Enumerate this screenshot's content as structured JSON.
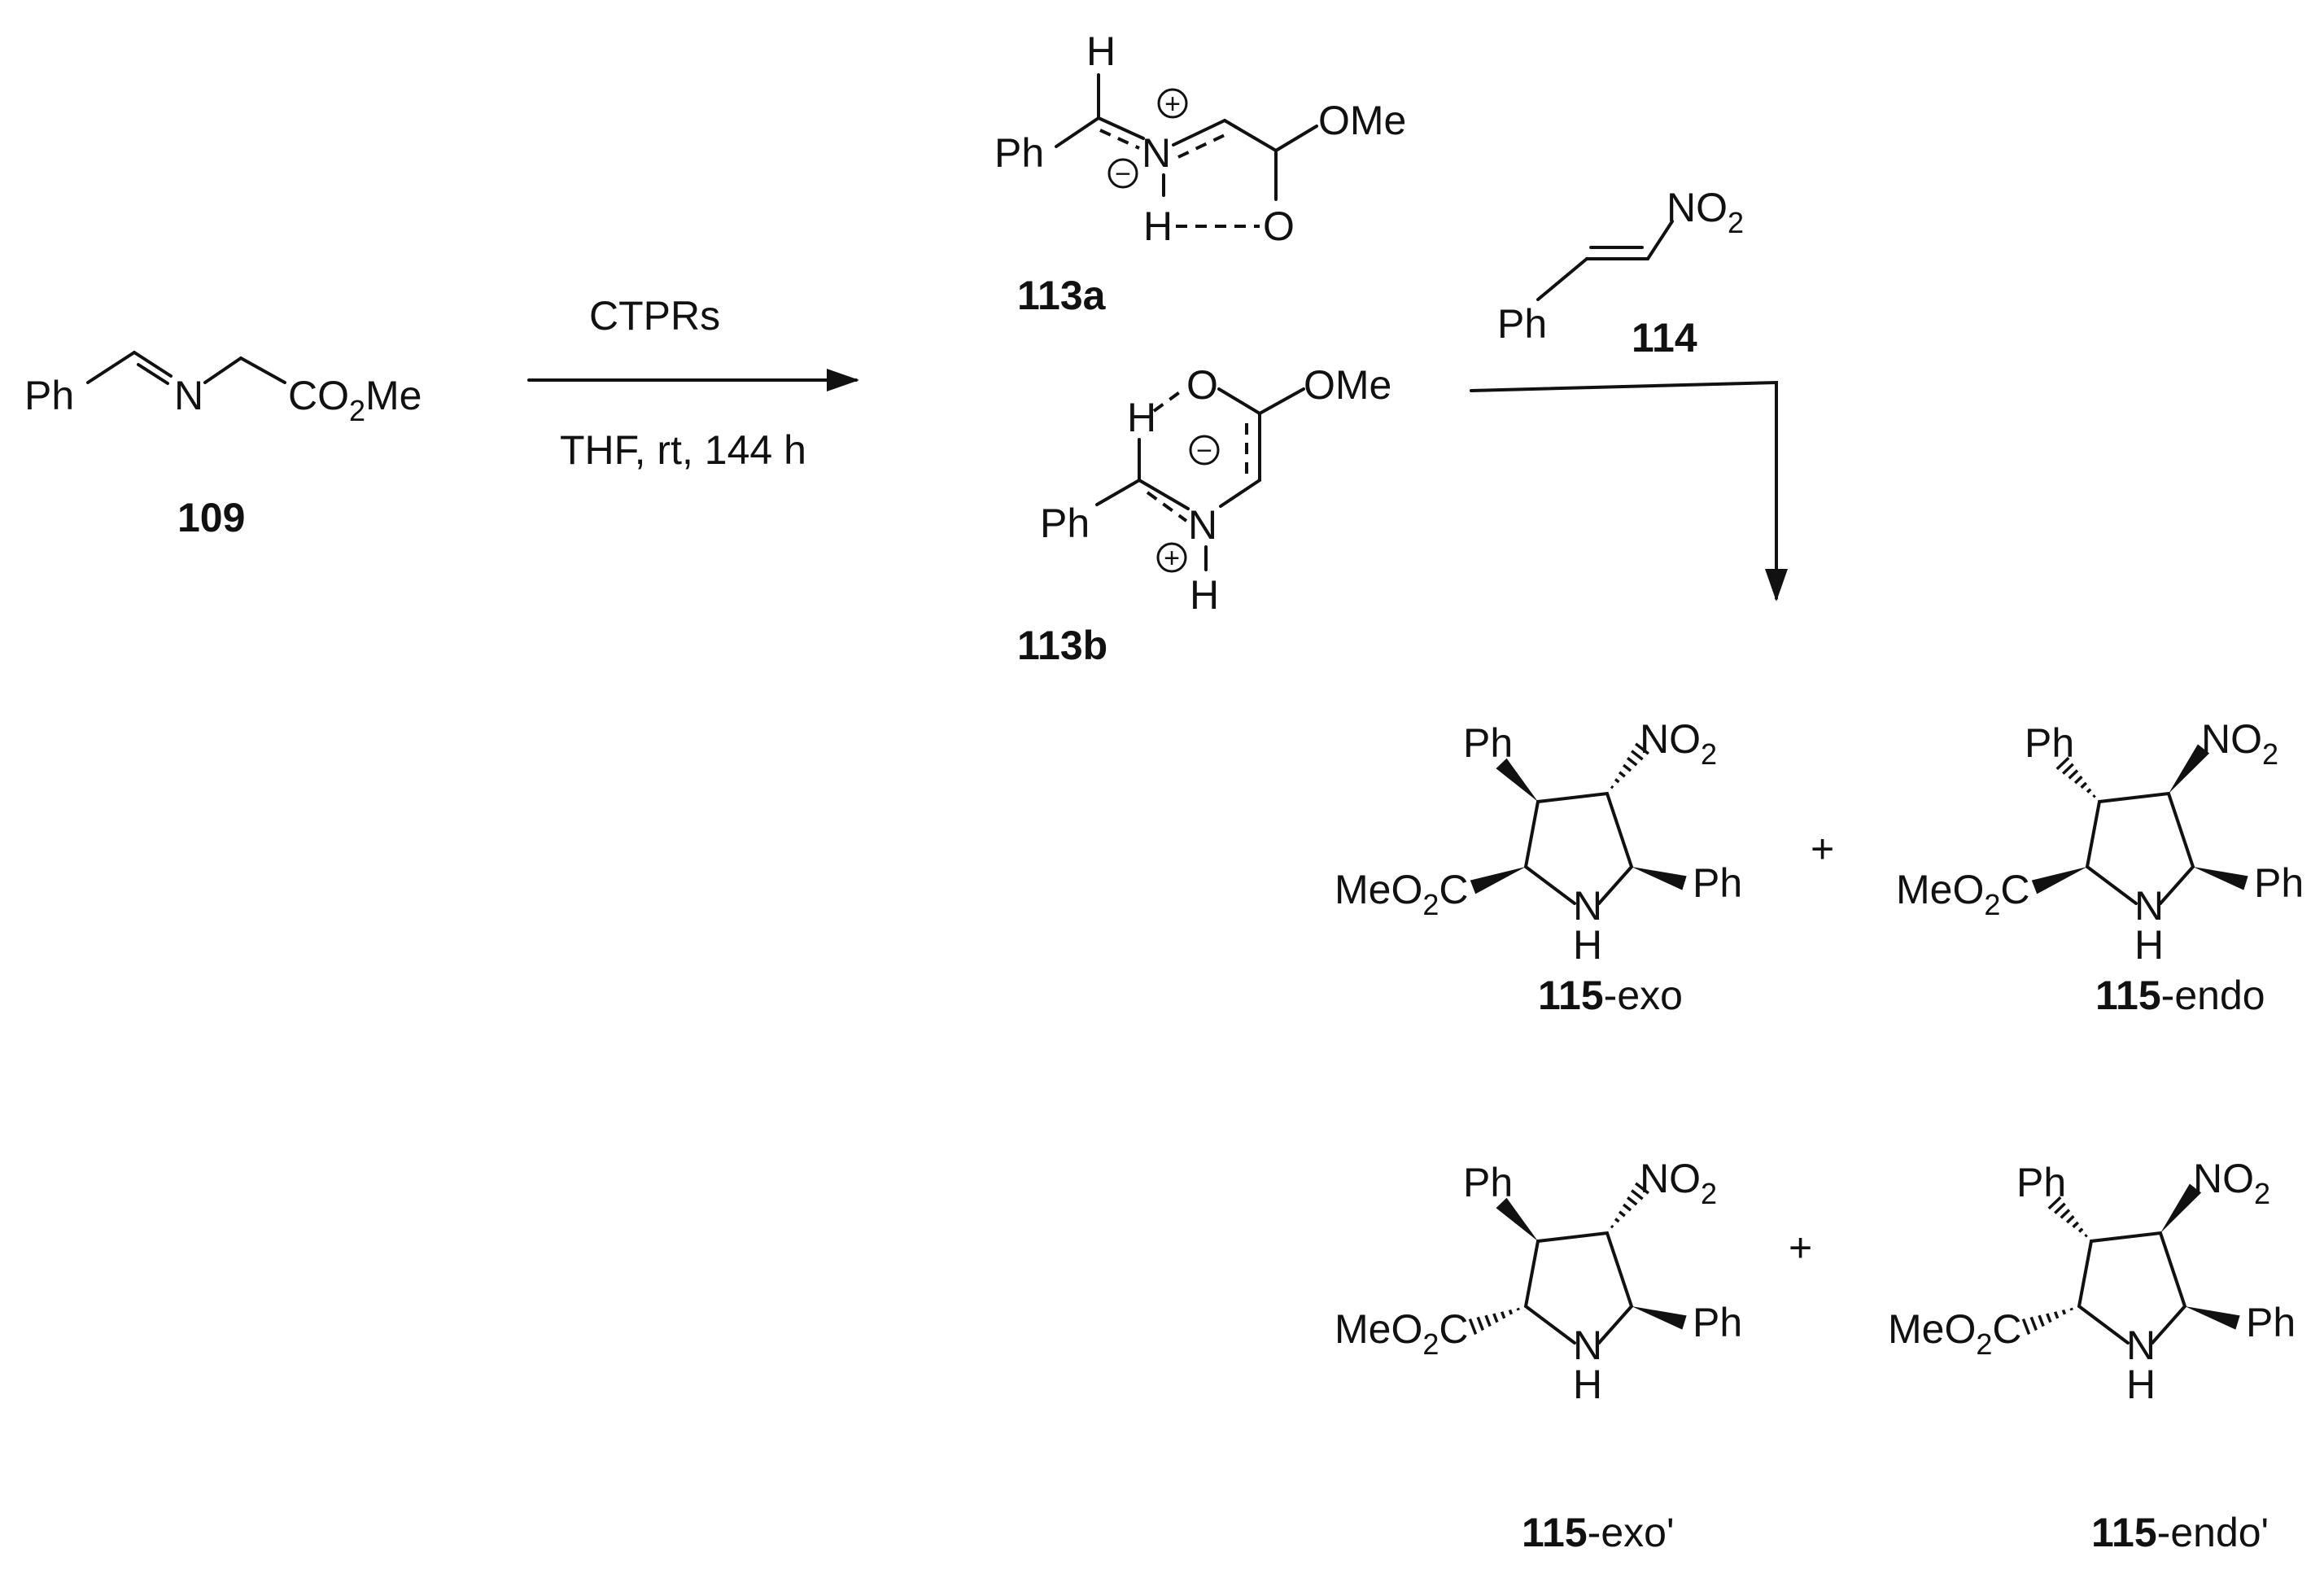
{
  "reaction": {
    "reagent": "CTPRs",
    "conditions": "THF, rt, 144 h"
  },
  "compounds": {
    "c109": {
      "number": "109",
      "ph": "Ph",
      "n": "N",
      "ester_co": "CO",
      "ester_sub": "2",
      "ester_me": "Me"
    },
    "c113a": {
      "number": "113a",
      "h_top": "H",
      "ph": "Ph",
      "n": "N",
      "ome": "OMe",
      "h_n": "H",
      "o": "O",
      "plus": "+",
      "minus": "−"
    },
    "c113b": {
      "number": "113b",
      "h_top": "H",
      "o": "O",
      "ome": "OMe",
      "ph": "Ph",
      "n": "N",
      "h_n": "H",
      "plus": "+",
      "minus": "−"
    },
    "c114": {
      "number": "114",
      "ph": "Ph",
      "no": "NO",
      "no_sub": "2"
    }
  },
  "products": [
    {
      "number": "115",
      "suffix": "-exo",
      "ph": "Ph",
      "no": "NO",
      "no_sub": "2",
      "ester_a": "MeO",
      "ester_sub": "2",
      "ester_b": "C",
      "n": "N",
      "h": "H",
      "ph2": "Ph"
    },
    {
      "number": "115",
      "suffix": "-endo",
      "ph": "Ph",
      "no": "NO",
      "no_sub": "2",
      "ester_a": "MeO",
      "ester_sub": "2",
      "ester_b": "C",
      "n": "N",
      "h": "H",
      "ph2": "Ph"
    },
    {
      "number": "115",
      "suffix": "-exo'",
      "ph": "Ph",
      "no": "NO",
      "no_sub": "2",
      "ester_a": "MeO",
      "ester_sub": "2",
      "ester_b": "C",
      "n": "N",
      "h": "H",
      "ph2": "Ph"
    },
    {
      "number": "115",
      "suffix": "-endo'",
      "ph": "Ph",
      "no": "NO",
      "no_sub": "2",
      "ester_a": "MeO",
      "ester_sub": "2",
      "ester_b": "C",
      "n": "N",
      "h": "H",
      "ph2": "Ph"
    }
  ],
  "plus_signs": [
    "+",
    "+"
  ]
}
